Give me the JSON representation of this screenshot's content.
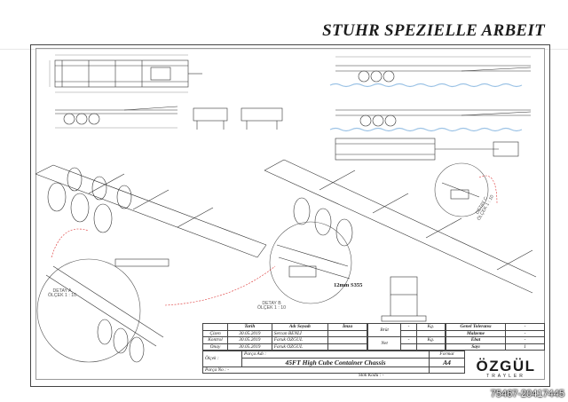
{
  "banner": {
    "title": "STUHR SPEZIELLE ARBEIT"
  },
  "detail_labels": {
    "detail_a": "DETAY A",
    "detail_a_scale": "ÖLÇEK 1 : 10",
    "detail_b": "DETAY B",
    "detail_b_scale": "ÖLÇEK 1 : 10",
    "detail_right": "DETAY C",
    "detail_right_scale": "ÖLÇEK 1 : 10",
    "weld_note": "12mm S355"
  },
  "title_block": {
    "col_tarih": "Tarih",
    "col_adi": "Adı Soyadı",
    "col_imza": "İmza",
    "rows": [
      {
        "role": "Çizen",
        "date": "30.05.2019",
        "name": "Sercan BENLİ"
      },
      {
        "role": "Kontrol",
        "date": "30.05.2019",
        "name": "Faruk ÖZGÜL"
      },
      {
        "role": "Onay",
        "date": "30.05.2019",
        "name": "Faruk ÖZGÜL"
      }
    ],
    "brut": "Brüt",
    "net": "Net",
    "kg": "Kg.",
    "dash": "-",
    "tolerance_rows": [
      {
        "label": "Genel Toleransı",
        "value": "-"
      },
      {
        "label": "Malzeme",
        "value": "-"
      },
      {
        "label": "Ebat",
        "value": "-"
      },
      {
        "label": "Sayı",
        "value": "1"
      }
    ],
    "olcek": "Ölçek :",
    "parca_adi": "Parça Adı :",
    "part_name": "45FT High Cube Container Chassis",
    "format_label": "Format",
    "format_value": "A4",
    "parca_no": "Parça No : -",
    "stok_kodu": "Stok Kodu : -"
  },
  "logo": {
    "name": "ÖZGÜL",
    "sub": "TRAYLER"
  },
  "watermark": "75467-20417445"
}
